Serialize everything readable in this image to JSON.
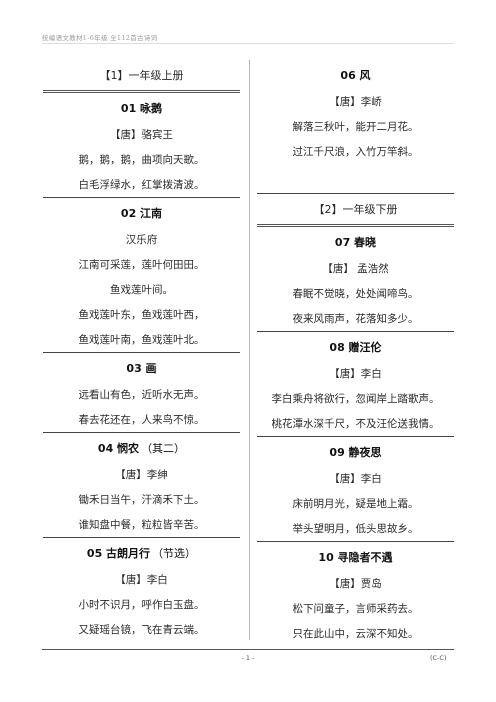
{
  "header": {
    "text": "统编语文教材1-6年级 全112首古诗词"
  },
  "left": {
    "section": "【1】一年级上册",
    "poems": [
      {
        "title": "01 咏鹅",
        "author": "【唐】骆宾王",
        "lines": [
          "鹅，鹅，鹅，曲项向天歌。",
          "白毛浮绿水，红掌拨清波。"
        ]
      },
      {
        "title": "02 江南",
        "author": "汉乐府",
        "lines": [
          "江南可采莲，莲叶何田田。",
          "鱼戏莲叶间。",
          "鱼戏莲叶东，鱼戏莲叶西，",
          "鱼戏莲叶南，鱼戏莲叶北。"
        ]
      },
      {
        "title": "03 画",
        "lines": [
          "远看山有色，近听水无声。",
          "春去花还在，人来鸟不惊。"
        ]
      },
      {
        "title": "04 悯农",
        "title_sub": "（其二）",
        "author": "【唐】李绅",
        "lines": [
          "锄禾日当午，汗滴禾下土。",
          "谁知盘中餐，粒粒皆辛苦。"
        ]
      },
      {
        "title": "05 古朗月行",
        "title_sub": "（节选）",
        "author": "【唐】李白",
        "lines": [
          "小时不识月，呼作白玉盘。",
          "又疑瑶台镜，飞在青云端。"
        ]
      }
    ]
  },
  "right": {
    "poem_top": {
      "title": "06 风",
      "author": "【唐】李峤",
      "lines": [
        "解落三秋叶，能开二月花。",
        "过江千尺浪，入竹万竿斜。"
      ]
    },
    "section": "【2】一年级下册",
    "poems": [
      {
        "title": "07 春晓",
        "author": "【唐】 孟浩然",
        "lines": [
          "春眠不觉晓，处处闻啼鸟。",
          "夜来风雨声，花落知多少。"
        ]
      },
      {
        "title": "08 赠汪伦",
        "author": "【唐】李白",
        "lines": [
          "李白乘舟将欲行，忽闻岸上踏歌声。",
          "桃花潭水深千尺，不及汪伦送我情。"
        ]
      },
      {
        "title": "09 静夜思",
        "author": "【唐】李白",
        "lines": [
          "床前明月光，疑是地上霜。",
          "举头望明月，低头思故乡。"
        ]
      },
      {
        "title": "10 寻隐者不遇",
        "author": "【唐】贾岛",
        "lines": [
          "松下问童子，言师采药去。",
          "只在此山中，云深不知处。"
        ]
      }
    ]
  },
  "footer": {
    "page": "- 1 -",
    "mark": "(C-C)"
  }
}
